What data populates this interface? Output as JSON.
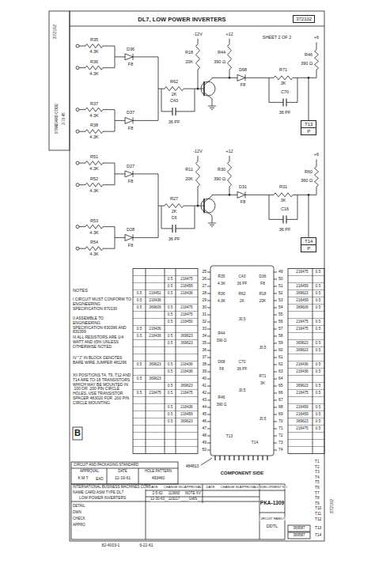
{
  "diagram": {
    "title": "DL7, LOW POWER INVERTERS",
    "nodes": [
      {
        "text": [
          "372102"
        ]
      },
      {
        "text": [
          "T13",
          "P"
        ]
      },
      {
        "text": [
          "T14",
          "P"
        ]
      }
    ],
    "labels": [
      "R35",
      "4.3K",
      "R36",
      "4.3K",
      "R37",
      "4.3K",
      "R38",
      "4.3K",
      "D36",
      "F8",
      "D37",
      "F8",
      "R62",
      "2K",
      "C43",
      "36 PF",
      "-12V",
      "R18",
      "20K",
      "+12",
      "R44",
      "390 Ω",
      "D68",
      "F8",
      "R71",
      "3K",
      "C70",
      "36 PF",
      "+6",
      "R46",
      "390 Ω",
      "R51",
      "4.3K",
      "R52",
      "4.3K",
      "R53",
      "4.3K",
      "R54",
      "4.3K",
      "D27",
      "F8",
      "D28",
      "F8",
      "R27",
      "2K",
      "C6",
      "36 PF",
      "-12V",
      "R11",
      "20K",
      "+12",
      "R30",
      "390 Ω",
      "D31",
      "F8",
      "R31",
      "3K",
      "C16",
      "36 PF",
      "+6",
      "R60",
      "360 Ω",
      "SHEET 2 OF 2",
      "372102",
      "STANDARD CODE",
      "2-70-45",
      "NOTES",
      "I CIRCUIT MUST CONFORM TO ENGINEERING SPECIFICATION 870130",
      "II ASSEMBLE TO ENGINEERING SPECIFICATION 830396 AND 830399",
      "III ALL RESISTORS ARE 1/4 WATT AND ±5% UNLESS OTHERWISE NOTED.",
      "IV \"J\" IN BLOCK DENOTES BARE WIRE JUMPER 481296",
      "XII POSITIONS T4, T9, T12 AND T14 ARE TO-18 TRANSISTORS WHICH MAY BE MOUNTED IN .100 OR .200 PIN CIRCLE HOLES. USE TRANSISTOR SPACER 483020 FOR .200 PIN CIRCLE MOUNTING.",
      "B",
      "484813",
      "CIRCUIT AND PACKAGING STANDARD",
      "APPROVAL",
      "DATE",
      "HOLE PATTERN",
      "K M T",
      "EAD",
      "12-19-61",
      "493460",
      "COMPONENT SIDE",
      "INTERNATIONAL BUSINESS MACHINES CORP.",
      "NAME CARD ASM TYPE DL7",
      "LOW POWER INVERTERS",
      "DETAIL",
      "DWN",
      "CHECK",
      "APPRO",
      "DATE",
      "CHANGE NO.",
      "APPROVAL",
      "DATE",
      "CHANGE NO.",
      "APPROVAL",
      "DEVELOPMENT NO",
      "2-5-62",
      "113660",
      "12-30-63",
      "119217",
      "NOTE XV",
      "GWS",
      "PKA-1309",
      "CIRCUIT FAMILY",
      "DDTL",
      "82-4003-1",
      "6-22-61",
      "372102",
      "T1",
      "T2",
      "T3",
      "T4",
      "T5",
      "T6",
      "T7",
      "T8",
      "T9",
      "T10",
      "T11",
      "T12",
      "T13",
      "T14",
      "369587",
      "369587",
      "25",
      "26",
      "27",
      "28",
      "29",
      "30",
      "31",
      "32",
      "33",
      "34",
      "35",
      "36",
      "37",
      "38",
      "39",
      "40",
      "41",
      "42",
      "43",
      "44",
      "45",
      "46",
      "47",
      "48",
      "49",
      "50",
      "49",
      "50",
      "51",
      "52",
      "53",
      "54",
      "55",
      "56",
      "57",
      "58",
      "59",
      "60",
      "61",
      "62",
      "63",
      "64",
      "65",
      "66",
      "67",
      "68",
      "69",
      "70",
      "71",
      "72",
      "73",
      "74",
      "0.5",
      "216451",
      "0.5",
      "216436",
      "0.5",
      "369609",
      "0.5",
      "216436",
      "0.5",
      "216436",
      "0.5",
      "369623",
      "0.5",
      "369623",
      "0.5",
      "216475",
      "0.5",
      "216475",
      "0.5",
      "216459",
      "0.5",
      "216436",
      "0.5",
      "216475",
      "0.5",
      "216475",
      "0.5",
      "216450",
      "0.5",
      "369623",
      "0.5",
      "369623",
      "0.5",
      "216436",
      "0.5",
      "216436",
      "0.5",
      "369623",
      "0.5",
      "216475",
      "0.5",
      "216436",
      "0.5",
      "216459",
      "0.5",
      "369623",
      "216475",
      "0.5",
      "216459",
      "0.5",
      "369623",
      "0.5",
      "216459",
      "0.5",
      "369609",
      "0.5",
      "216475",
      "0.5",
      "216475",
      "0.5",
      "369623",
      "0.5",
      "369623",
      "0.5",
      "216436",
      "0.5",
      "216436",
      "0.5",
      "369623",
      "0.5",
      "216475",
      "0.5",
      "216459",
      "0.5",
      "216459",
      "0.5",
      "369623",
      "0.5",
      "216475",
      "0.5",
      "R35",
      "4.3K",
      "R36",
      "4.3K",
      "C43",
      "36 PF",
      "R62",
      "2K",
      "J0.5",
      "D36",
      "F8",
      "R18",
      "20K",
      "J0.5",
      "R44",
      "390 Ω",
      "D68",
      "F8",
      "C70",
      "36 PF",
      "J0.5",
      "R71",
      "3K",
      "R46",
      "390 Ω",
      "J0.5",
      "T13",
      "T14"
    ]
  }
}
